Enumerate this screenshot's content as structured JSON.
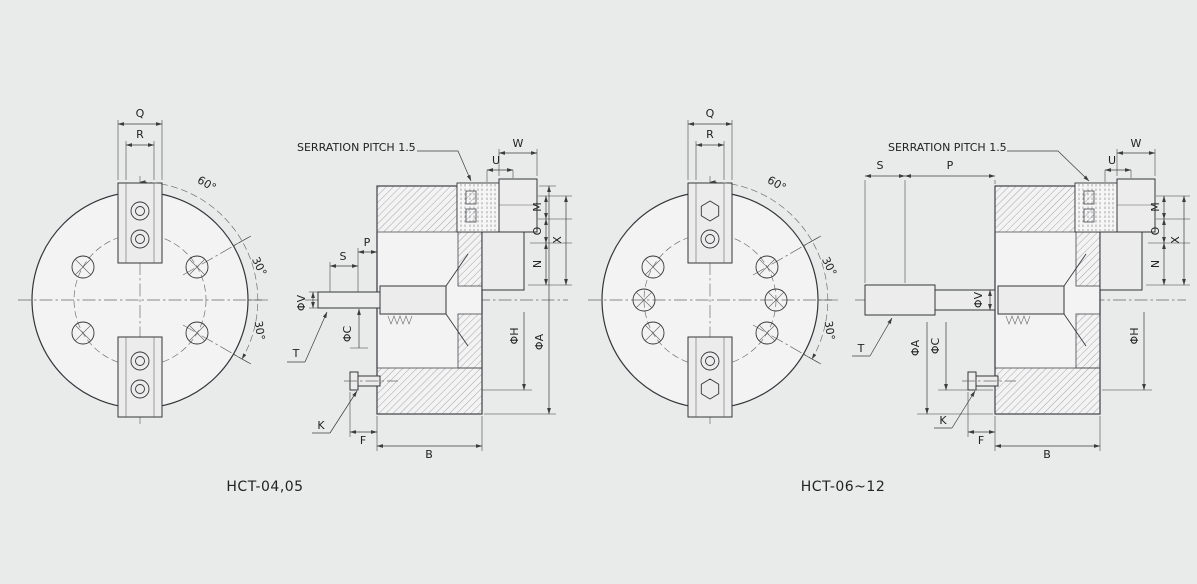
{
  "page": {
    "background": "#e9eaea",
    "ink": "#35363a"
  },
  "left_drawing": {
    "caption": "HCT-04,05",
    "front": {
      "dim_q": "Q",
      "dim_r": "R",
      "angle_60": "60°",
      "angle_30_upper": "30°",
      "angle_30_lower": "30°"
    },
    "side": {
      "serration_note": "SERRATION PITCH 1.5",
      "dim_w": "W",
      "dim_u": "U",
      "dim_s": "S",
      "dim_p": "P",
      "dim_phi_v": "ΦV",
      "dim_phi_c": "ΦC",
      "dim_t": "T",
      "dim_k": "K",
      "dim_f": "F",
      "dim_b": "B",
      "dim_m": "M",
      "dim_o": "O",
      "dim_x": "X",
      "dim_n": "N",
      "dim_phi_h": "ΦH",
      "dim_phi_a": "ΦA"
    }
  },
  "right_drawing": {
    "caption": "HCT-06~12",
    "front": {
      "dim_q": "Q",
      "dim_r": "R",
      "angle_60": "60°",
      "angle_30_upper": "30°",
      "angle_30_lower": "30°"
    },
    "side": {
      "serration_note": "SERRATION PITCH 1.5",
      "dim_w": "W",
      "dim_u": "U",
      "dim_s": "S",
      "dim_p": "P",
      "dim_phi_v": "ΦV",
      "dim_phi_c": "ΦC",
      "dim_t": "T",
      "dim_k": "K",
      "dim_f": "F",
      "dim_b": "B",
      "dim_m": "M",
      "dim_o": "O",
      "dim_x": "X",
      "dim_n": "N",
      "dim_phi_h": "ΦH",
      "dim_phi_a": "ΦA"
    }
  }
}
